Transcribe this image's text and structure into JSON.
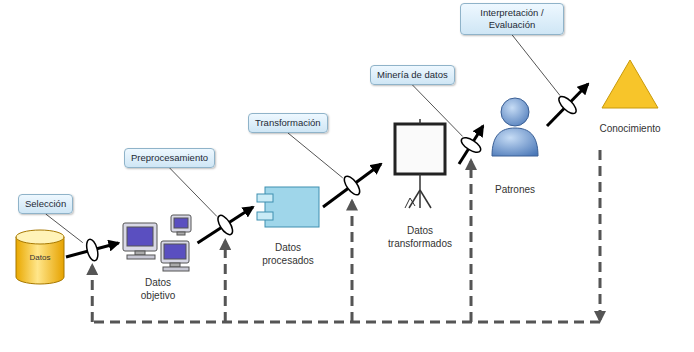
{
  "diagram": {
    "nodes": [
      {
        "text": [
          "Selección"
        ]
      },
      {
        "text": [
          "Datos"
        ]
      },
      {
        "text": [
          "Preprocesamiento"
        ]
      },
      {
        "text": [
          "Datos objetivo"
        ]
      },
      {
        "text": [
          "Transformación"
        ]
      },
      {
        "text": [
          "Datos procesados"
        ]
      },
      {
        "text": [
          "Minería de datos"
        ]
      },
      {
        "text": [
          "Datos transformados"
        ]
      },
      {
        "text": [
          "Interpretación / Evaluación"
        ]
      },
      {
        "text": [
          "Patrones"
        ]
      },
      {
        "text": [
          "Conocimiento"
        ]
      }
    ],
    "edges": [
      {
        "from": 1,
        "to": 3,
        "arrow": "to"
      },
      {
        "from": 3,
        "to": 5,
        "arrow": "to"
      },
      {
        "from": 5,
        "to": 7,
        "arrow": "to"
      },
      {
        "from": 7,
        "to": 9,
        "arrow": "to"
      },
      {
        "from": 9,
        "to": 10,
        "arrow": "to"
      }
    ]
  }
}
